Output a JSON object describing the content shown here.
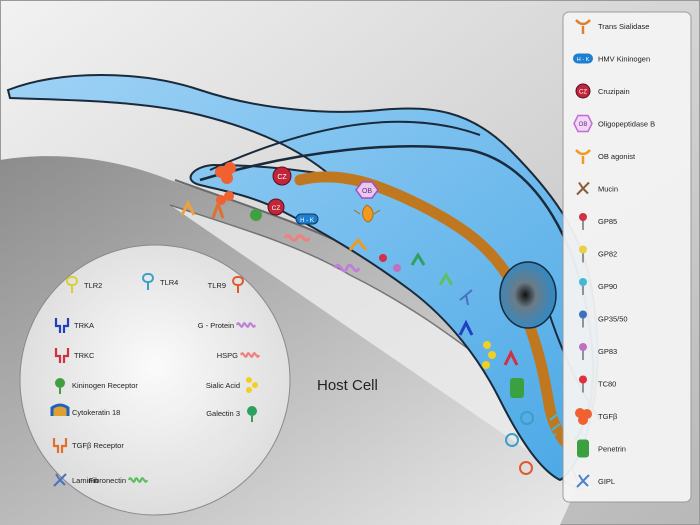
{
  "host_label": "Host Cell",
  "legend": [
    {
      "label": "Trans Sialidase",
      "icon": "trans-sialidase-icon",
      "color": "#e0802a"
    },
    {
      "label": "HMV Kininogen",
      "icon": "hmv-kininogen-icon",
      "color": "#1e7fd0",
      "glyph": "H - K"
    },
    {
      "label": "Cruzipain",
      "icon": "cruzipain-icon",
      "color": "#c0253a",
      "glyph": "CZ"
    },
    {
      "label": "Oligopeptidase B",
      "icon": "oligopeptidase-b-icon",
      "color": "#c66bd6",
      "glyph": "OB"
    },
    {
      "label": "OB agonist",
      "icon": "ob-agonist-icon",
      "color": "#f09a20"
    },
    {
      "label": "Mucin",
      "icon": "mucin-icon",
      "color": "#8a5a3a"
    },
    {
      "label": "GP85",
      "icon": "gp85-icon",
      "color": "#d0304a"
    },
    {
      "label": "GP82",
      "icon": "gp82-icon",
      "color": "#e8d040"
    },
    {
      "label": "GP90",
      "icon": "gp90-icon",
      "color": "#40b8d8"
    },
    {
      "label": "GP35/50",
      "icon": "gp35-50-icon",
      "color": "#3a70c0"
    },
    {
      "label": "GP83",
      "icon": "gp83-icon",
      "color": "#c070c0"
    },
    {
      "label": "TC80",
      "icon": "tc80-icon",
      "color": "#e03040"
    },
    {
      "label": "TGFβ",
      "icon": "tgf-beta-icon",
      "color": "#f06030"
    },
    {
      "label": "Penetrin",
      "icon": "penetrin-icon",
      "color": "#3aa040"
    },
    {
      "label": "GIPL",
      "icon": "gipl-icon",
      "color": "#4a80d0"
    }
  ],
  "receptors": [
    {
      "label": "TLR2",
      "icon": "tlr2-icon",
      "color": "#d8d030"
    },
    {
      "label": "TLR4",
      "icon": "tlr4-icon",
      "color": "#3aa0c8"
    },
    {
      "label": "TLR9",
      "icon": "tlr9-icon",
      "color": "#e05a30"
    },
    {
      "label": "TRKA",
      "icon": "trka-icon",
      "color": "#2040c0"
    },
    {
      "label": "G - Protein",
      "icon": "g-protein-icon",
      "color": "#c080d8"
    },
    {
      "label": "TRKC",
      "icon": "trkc-icon",
      "color": "#d03040"
    },
    {
      "label": "HSPG",
      "icon": "hspg-icon",
      "color": "#f08080"
    },
    {
      "label": "Sialic Acid",
      "icon": "sialic-acid-icon",
      "color": "#f0d020"
    },
    {
      "label": "Kininogen Receptor",
      "icon": "kininogen-receptor-icon",
      "color": "#40a040"
    },
    {
      "label": "Galectin 3",
      "icon": "galectin-3-icon",
      "color": "#30a060"
    },
    {
      "label": "Cytokeratin 18",
      "icon": "cytokeratin-18-icon",
      "color": "#2060c0"
    },
    {
      "label": "Fibronectin",
      "icon": "fibronectin-icon",
      "color": "#60c060"
    },
    {
      "label": "TGFβ Receptor",
      "icon": "tgf-beta-receptor-icon",
      "color": "#e07030"
    },
    {
      "label": "Laminin",
      "icon": "laminin-icon",
      "color": "#4a70c0"
    }
  ],
  "diagram_glyphs": {
    "cz": "CZ",
    "ob": "OB",
    "hk": "H - K"
  }
}
